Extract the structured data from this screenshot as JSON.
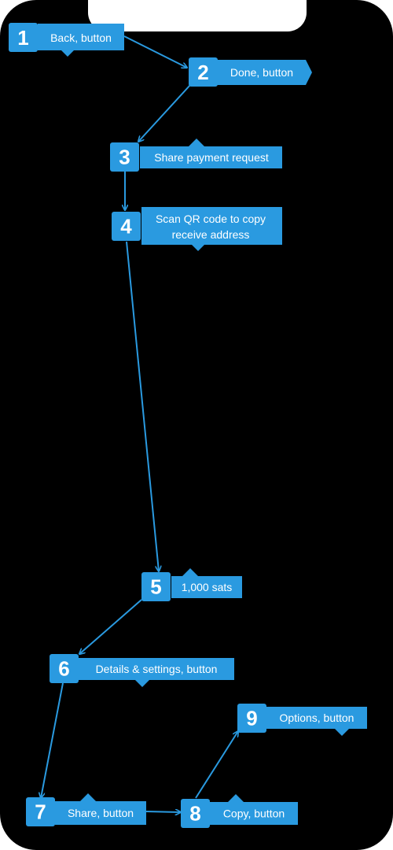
{
  "steps": [
    {
      "number": "1",
      "label": "Back, button"
    },
    {
      "number": "2",
      "label": "Done, button"
    },
    {
      "number": "3",
      "label": "Share payment request"
    },
    {
      "number": "4",
      "label": "Scan QR code to copy",
      "label_line2": "receive address"
    },
    {
      "number": "5",
      "label": "1,000 sats"
    },
    {
      "number": "6",
      "label": "Details & settings, button"
    },
    {
      "number": "7",
      "label": "Share, button"
    },
    {
      "number": "8",
      "label": "Copy, button"
    },
    {
      "number": "9",
      "label": "Options, button"
    }
  ],
  "colors": {
    "accent": "#2a9ae0",
    "background": "#000000"
  }
}
